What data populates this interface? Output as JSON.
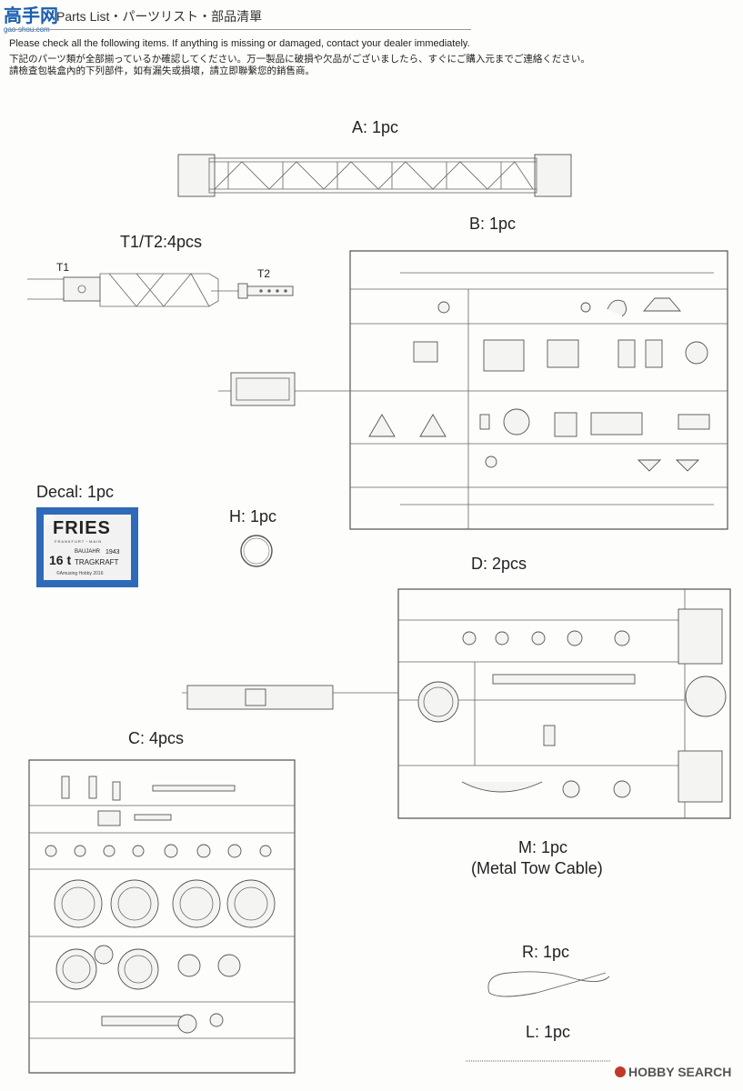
{
  "header": {
    "logo_text": "高手网",
    "logo_sub": "gao-shou.com",
    "title": "Parts List・パーツリスト・部品清單",
    "notes": [
      "Please check all the following items. If anything is missing or damaged, contact your dealer immediately.",
      "下記のパーツ類が全部揃っているか確認してください。万一製品に破損や欠品がございましたら、すぐにご購入元までご連絡ください。",
      "請檢查包裝盒內的下列部件，如有漏失或損壞，請立即聯繫您的銷售商。"
    ]
  },
  "parts": {
    "A": "A: 1pc",
    "B": "B: 1pc",
    "T": "T1/T2:4pcs",
    "T1": "T1",
    "T2": "T2",
    "Decal": "Decal: 1pc",
    "H": "H: 1pc",
    "D": "D: 2pcs",
    "C": "C: 4pcs",
    "M": "M: 1pc",
    "M_note": "(Metal Tow Cable)",
    "R": "R: 1pc",
    "L": "L: 1pc"
  },
  "decal": {
    "number": "①",
    "brand": "FRIES",
    "sub": "FRANKFURT・MAIN",
    "tonnage": "16 t",
    "baujahr": "BAUJAHR",
    "year": "1943",
    "tragkraft": "TRAGKRAFT",
    "copyright": "©Amusing Hobby 2016"
  },
  "watermark": {
    "text": "HOBBY SEARCH"
  },
  "colors": {
    "decal_blue": "#2f6ab8",
    "logo_blue": "#1a5fb0",
    "watermark_red": "#c0392b"
  }
}
